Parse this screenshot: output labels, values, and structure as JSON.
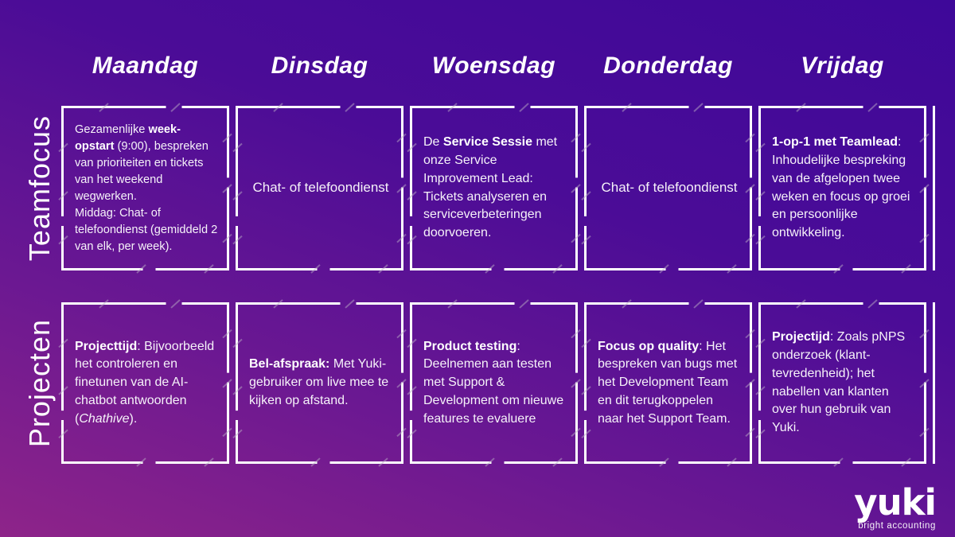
{
  "days": [
    "Maandag",
    "Dinsdag",
    "Woensdag",
    "Donderdag",
    "Vrijdag"
  ],
  "rows": [
    {
      "label": "Teamfocus",
      "cells": [
        {
          "day": "Maandag",
          "segments": [
            {
              "t": "Gezamenlijke "
            },
            {
              "t": "week-opstart",
              "b": true
            },
            {
              "t": " (9:00), bespreken van prioriteiten en tickets van het weekend wegwerken.\nMiddag: Chat- of telefoondienst (gemiddeld 2 van elk, per week)."
            }
          ]
        },
        {
          "day": "Dinsdag",
          "segments": [
            {
              "t": "Chat- of telefoondienst"
            }
          ]
        },
        {
          "day": "Woensdag",
          "segments": [
            {
              "t": "De "
            },
            {
              "t": "Service Sessie",
              "b": true
            },
            {
              "t": " met onze Service Improvement Lead: Tickets analyseren en serviceverbeteringen doorvoeren."
            }
          ]
        },
        {
          "day": "Donderdag",
          "segments": [
            {
              "t": "Chat- of telefoondienst"
            }
          ]
        },
        {
          "day": "Vrijdag",
          "segments": [
            {
              "t": "1-op-1 met Teamlead",
              "b": true
            },
            {
              "t": ": Inhoudelijke bespreking van de afgelopen twee weken en focus op groei en persoonlijke ontwikkeling."
            }
          ]
        }
      ]
    },
    {
      "label": "Projecten",
      "cells": [
        {
          "day": "Maandag",
          "segments": [
            {
              "t": "Projecttijd",
              "b": true
            },
            {
              "t": ": Bijvoorbeeld het controleren en finetunen van de AI-chatbot antwoorden ("
            },
            {
              "t": "Chathive",
              "i": true
            },
            {
              "t": ")."
            }
          ]
        },
        {
          "day": "Dinsdag",
          "segments": [
            {
              "t": "Bel-afspraak:",
              "b": true
            },
            {
              "t": " Met Yuki-gebruiker om live mee te kijken op afstand."
            }
          ]
        },
        {
          "day": "Woensdag",
          "segments": [
            {
              "t": "Product testing",
              "b": true
            },
            {
              "t": ": Deelnemen aan testen met Support & Development om nieuwe features te evaluere"
            }
          ]
        },
        {
          "day": "Donderdag",
          "segments": [
            {
              "t": "Focus op quality",
              "b": true
            },
            {
              "t": ": Het bespreken van bugs met het Development Team en dit terugkoppelen naar het Support Team."
            }
          ]
        },
        {
          "day": "Vrijdag",
          "segments": [
            {
              "t": "Projectijd",
              "b": true
            },
            {
              "t": ": Zoals pNPS onderzoek (klant-tevredenheid); het nabellen van klanten over hun gebruik van Yuki."
            }
          ]
        }
      ]
    }
  ],
  "logo": {
    "wordmark": "yuki",
    "tagline": "bright accounting"
  },
  "colors": {
    "background_top": "#3e0899",
    "background_bottom": "#8e2489",
    "text": "#ffffff",
    "frame": "#ffffff",
    "sketch_mark": "#b9aac4"
  }
}
